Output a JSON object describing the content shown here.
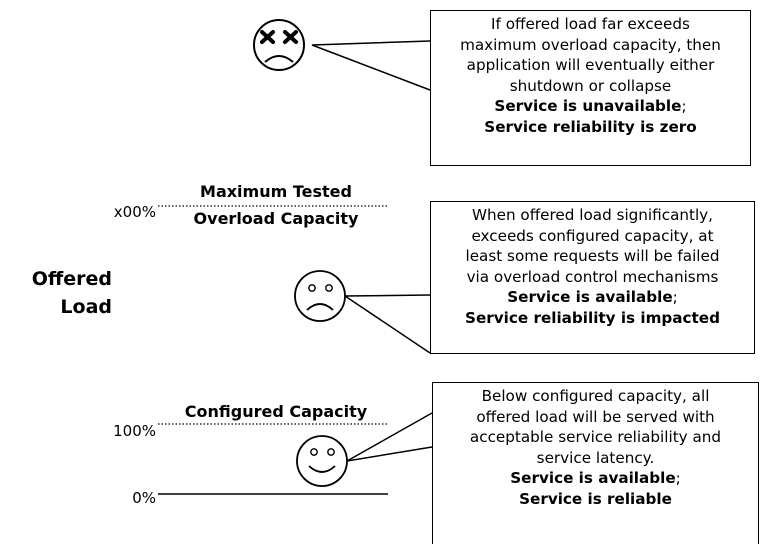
{
  "levels": {
    "x00": {
      "pct": "x00%",
      "label_line1": "Maximum Tested",
      "label_line2": "Overload Capacity"
    },
    "hundred": {
      "pct": "100%",
      "label": "Configured Capacity"
    },
    "zero": {
      "pct": "0%"
    }
  },
  "axis_label": {
    "line1": "Offered",
    "line2": "Load"
  },
  "faces": {
    "top": "dead-face-icon",
    "middle": "sad-face-icon",
    "bottom": "happy-face-icon"
  },
  "boxes": {
    "top": {
      "lines": [
        "If offered load far exceeds",
        "maximum overload capacity, then",
        "application will eventually either",
        "shutdown or collapse"
      ],
      "status_a": "Service is unavailable",
      "status_a_sep": ";",
      "status_b": "Service reliability is zero"
    },
    "middle": {
      "lines": [
        "When offered load significantly,",
        "exceeds configured capacity, at",
        "least some requests will be failed",
        "via overload control mechanisms"
      ],
      "status_a": "Service is available",
      "status_a_sep": ";",
      "status_b": "Service reliability is impacted"
    },
    "bottom": {
      "lines": [
        "Below configured capacity, all",
        "offered load will be served with",
        "acceptable service reliability and",
        "service latency."
      ],
      "status_a": "Service is available",
      "status_a_sep": ";",
      "status_b": "Service is reliable"
    }
  }
}
